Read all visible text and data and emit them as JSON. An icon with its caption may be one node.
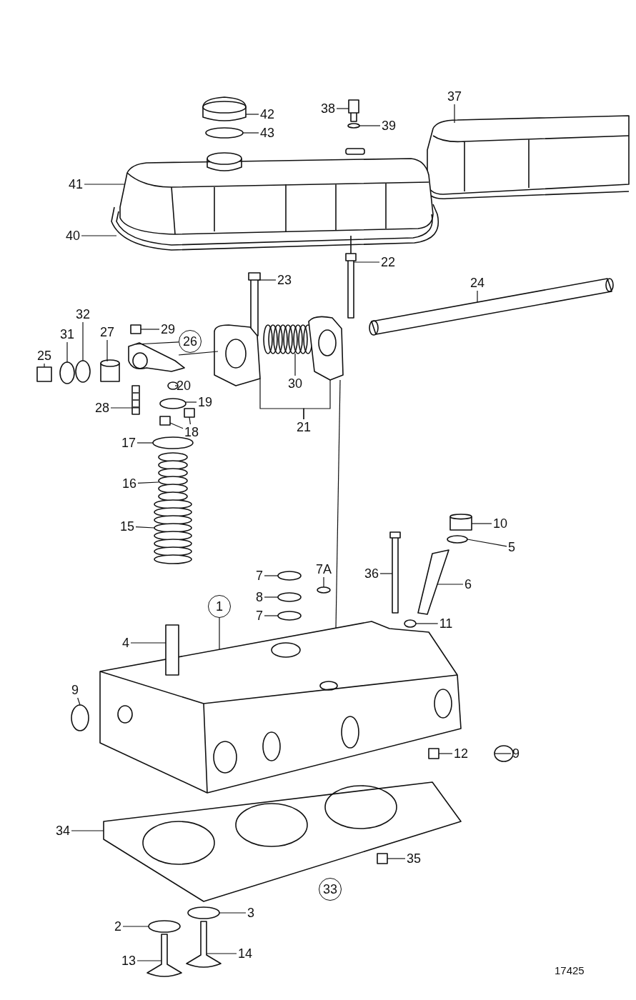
{
  "diagram": {
    "nodes": [
      {
        "text": [
          "42"
        ]
      },
      {
        "text": [
          "38"
        ]
      },
      {
        "text": [
          "37"
        ]
      },
      {
        "text": [
          "39"
        ]
      },
      {
        "text": [
          "43"
        ]
      },
      {
        "text": [
          "41"
        ]
      },
      {
        "text": [
          "40"
        ]
      },
      {
        "text": [
          "22"
        ]
      },
      {
        "text": [
          "23"
        ]
      },
      {
        "text": [
          "24"
        ]
      },
      {
        "text": [
          "32"
        ]
      },
      {
        "text": [
          "29"
        ]
      },
      {
        "text": [
          "27"
        ]
      },
      {
        "text": [
          "31"
        ]
      },
      {
        "text": [
          "26"
        ]
      },
      {
        "text": [
          "25"
        ]
      },
      {
        "text": [
          "30"
        ]
      },
      {
        "text": [
          "20"
        ]
      },
      {
        "text": [
          "19"
        ]
      },
      {
        "text": [
          "28"
        ]
      },
      {
        "text": [
          "21"
        ]
      },
      {
        "text": [
          "18"
        ]
      },
      {
        "text": [
          "17"
        ]
      },
      {
        "text": [
          "16"
        ]
      },
      {
        "text": [
          "10"
        ]
      },
      {
        "text": [
          "15"
        ]
      },
      {
        "text": [
          "5"
        ]
      },
      {
        "text": [
          "7A"
        ]
      },
      {
        "text": [
          "36"
        ]
      },
      {
        "text": [
          "7"
        ]
      },
      {
        "text": [
          "6"
        ]
      },
      {
        "text": [
          "8"
        ]
      },
      {
        "text": [
          "1"
        ]
      },
      {
        "text": [
          "7"
        ]
      },
      {
        "text": [
          "11"
        ]
      },
      {
        "text": [
          "4"
        ]
      },
      {
        "text": [
          "9"
        ]
      },
      {
        "text": [
          "12"
        ]
      },
      {
        "text": [
          "9"
        ]
      },
      {
        "text": [
          "34"
        ]
      },
      {
        "text": [
          "35"
        ]
      },
      {
        "text": [
          "33"
        ]
      },
      {
        "text": [
          "3"
        ]
      },
      {
        "text": [
          "2"
        ]
      },
      {
        "text": [
          "14"
        ]
      },
      {
        "text": [
          "13"
        ]
      },
      {
        "text": [],
        "shape": "picture"
      },
      {
        "text": [],
        "shape": "picture"
      },
      {
        "text": [],
        "shape": "picture"
      },
      {
        "text": [],
        "shape": "circle"
      },
      {
        "text": [],
        "shape": "circle"
      },
      {
        "text": [],
        "shape": "picture"
      },
      {
        "text": [],
        "shape": "picture"
      },
      {
        "text": [],
        "shape": "picture"
      },
      {
        "text": [],
        "shape": "picture"
      },
      {
        "text": [],
        "shape": "picture"
      },
      {
        "text": [],
        "shape": "circle"
      },
      {
        "text": [],
        "shape": "box"
      },
      {
        "text": [],
        "shape": "cylinder"
      },
      {
        "text": [],
        "shape": "circle"
      },
      {
        "text": [],
        "shape": "picture"
      },
      {
        "text": [],
        "shape": "box"
      },
      {
        "text": [],
        "shape": "picture"
      },
      {
        "text": [],
        "shape": "circle"
      },
      {
        "text": [],
        "shape": "circle"
      },
      {
        "text": [],
        "shape": "picture"
      },
      {
        "text": [],
        "shape": "picture"
      },
      {
        "text": [],
        "shape": "picture"
      },
      {
        "text": [],
        "shape": "box"
      },
      {
        "text": [],
        "shape": "box"
      },
      {
        "text": [],
        "shape": "circle"
      },
      {
        "text": [],
        "shape": "picture"
      },
      {
        "text": [],
        "shape": "cylinder"
      },
      {
        "text": [],
        "shape": "picture"
      },
      {
        "text": [],
        "shape": "circle"
      },
      {
        "text": [],
        "shape": "circle"
      },
      {
        "text": [],
        "shape": "picture"
      },
      {
        "text": [],
        "shape": "circle"
      },
      {
        "text": [],
        "shape": "picture"
      },
      {
        "text": [],
        "shape": "circle"
      },
      {
        "text": [],
        "shape": "picture"
      },
      {
        "text": [],
        "shape": "circle"
      },
      {
        "text": [],
        "shape": "circle"
      },
      {
        "text": [],
        "shape": "box"
      },
      {
        "text": [],
        "shape": "circle"
      },
      {
        "text": [],
        "shape": "box"
      },
      {
        "text": [],
        "shape": "circle"
      },
      {
        "text": [],
        "shape": "picture"
      },
      {
        "text": [],
        "shape": "box"
      },
      {
        "text": [],
        "shape": "circle"
      },
      {
        "text": [],
        "shape": "circle"
      },
      {
        "text": [],
        "shape": "picture"
      },
      {
        "text": [],
        "shape": "picture"
      }
    ],
    "edges": [
      {
        "from": 0,
        "to": 46,
        "arrow": "none"
      },
      {
        "from": 1,
        "to": 47,
        "arrow": "none"
      },
      {
        "from": 2,
        "to": 48,
        "arrow": "none"
      },
      {
        "from": 3,
        "to": 49,
        "arrow": "none"
      },
      {
        "from": 4,
        "to": 50,
        "arrow": "none"
      },
      {
        "from": 5,
        "to": 51,
        "arrow": "none"
      },
      {
        "from": 6,
        "to": 52,
        "arrow": "none"
      },
      {
        "from": 7,
        "to": 53,
        "arrow": "none"
      },
      {
        "from": 8,
        "to": 54,
        "arrow": "none"
      },
      {
        "from": 9,
        "to": 55,
        "arrow": "none"
      },
      {
        "from": 10,
        "to": 56,
        "arrow": "none"
      },
      {
        "from": 11,
        "to": 57,
        "arrow": "none"
      },
      {
        "from": 12,
        "to": 58,
        "arrow": "none"
      },
      {
        "from": 13,
        "to": 59,
        "arrow": "none"
      },
      {
        "from": 14,
        "to": 60,
        "arrow": "none"
      },
      {
        "from": 15,
        "to": 61,
        "arrow": "none"
      },
      {
        "from": 16,
        "to": 62,
        "arrow": "none"
      },
      {
        "from": 17,
        "to": 63,
        "arrow": "none"
      },
      {
        "from": 18,
        "to": 64,
        "arrow": "none"
      },
      {
        "from": 19,
        "to": 65,
        "arrow": "none"
      },
      {
        "from": 20,
        "to": 66,
        "arrow": "none"
      },
      {
        "from": 20,
        "to": 67,
        "arrow": "none"
      },
      {
        "from": 21,
        "to": 68,
        "arrow": "none"
      },
      {
        "from": 21,
        "to": 69,
        "arrow": "none"
      },
      {
        "from": 22,
        "to": 70,
        "arrow": "none"
      },
      {
        "from": 23,
        "to": 71,
        "arrow": "none"
      },
      {
        "from": 24,
        "to": 72,
        "arrow": "none"
      },
      {
        "from": 25,
        "to": 73,
        "arrow": "none"
      },
      {
        "from": 26,
        "to": 74,
        "arrow": "none"
      },
      {
        "from": 27,
        "to": 75,
        "arrow": "none"
      },
      {
        "from": 28,
        "to": 76,
        "arrow": "none"
      },
      {
        "from": 29,
        "to": 77,
        "arrow": "none"
      },
      {
        "from": 30,
        "to": 78,
        "arrow": "none"
      },
      {
        "from": 31,
        "to": 79,
        "arrow": "none"
      },
      {
        "from": 32,
        "to": 80,
        "arrow": "none"
      },
      {
        "from": 33,
        "to": 81,
        "arrow": "none"
      },
      {
        "from": 34,
        "to": 82,
        "arrow": "none"
      },
      {
        "from": 35,
        "to": 83,
        "arrow": "none"
      },
      {
        "from": 36,
        "to": 84,
        "arrow": "none"
      },
      {
        "from": 37,
        "to": 85,
        "arrow": "none"
      },
      {
        "from": 38,
        "to": 86,
        "arrow": "none"
      },
      {
        "from": 39,
        "to": 87,
        "arrow": "none"
      },
      {
        "from": 40,
        "to": 88,
        "arrow": "none"
      },
      {
        "from": 42,
        "to": 89,
        "arrow": "none"
      },
      {
        "from": 43,
        "to": 90,
        "arrow": "none"
      },
      {
        "from": 44,
        "to": 91,
        "arrow": "none"
      },
      {
        "from": 45,
        "to": 92,
        "arrow": "none"
      },
      {
        "from": 60,
        "to": 66,
        "arrow": "none"
      },
      {
        "from": 67,
        "to": 80,
        "arrow": "none"
      }
    ],
    "labels": [
      "17425"
    ]
  }
}
